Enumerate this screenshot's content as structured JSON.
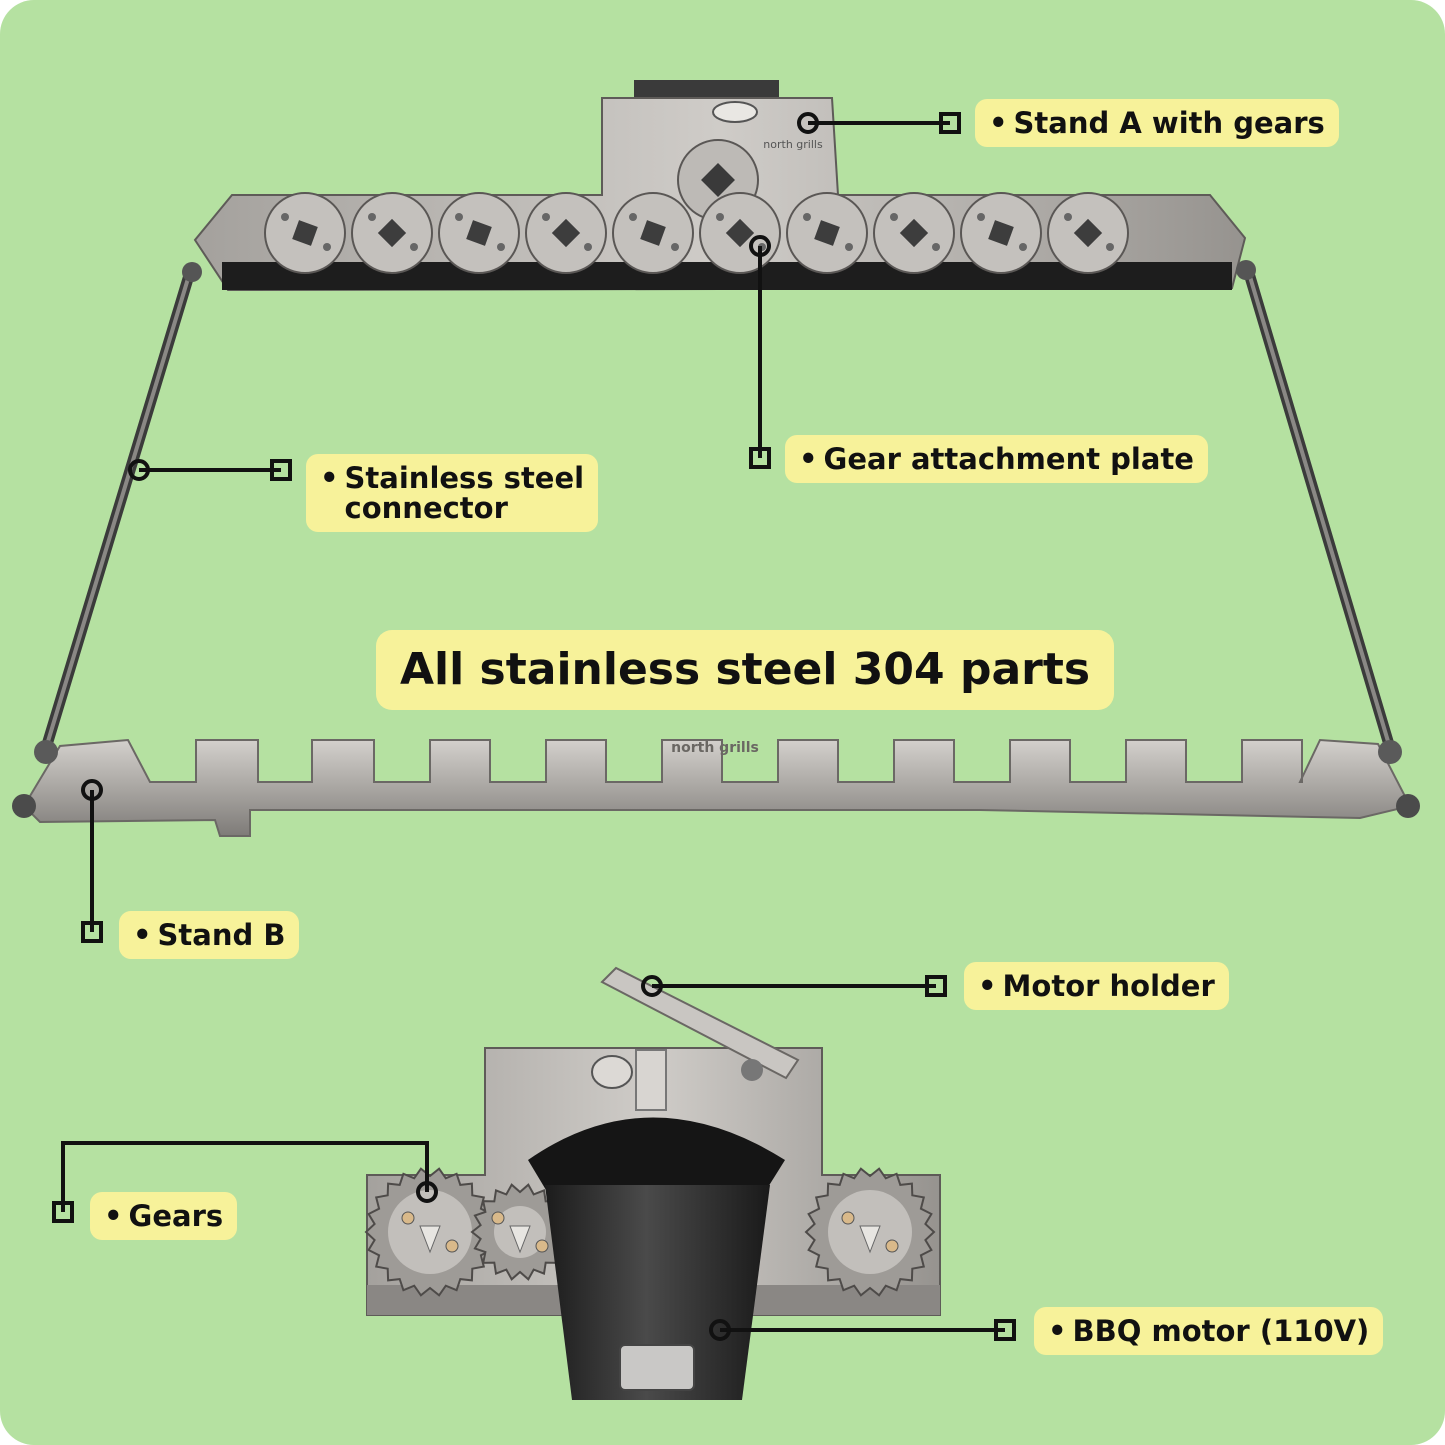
{
  "colors": {
    "background": "#b5e1a1",
    "label_fill": "#f7f29a",
    "steel": "#b9b6b2",
    "steel_dark": "#6f6c69",
    "motor": "#2c2c2c",
    "line": "#111111"
  },
  "headline": "All stainless steel 304 parts",
  "brand_mark": "north grills",
  "callouts": [
    {
      "id": "stand-a",
      "text": "Stand A with gears"
    },
    {
      "id": "gear-plate",
      "text": "Gear attachment plate"
    },
    {
      "id": "connector",
      "text": "Stainless steel\nconnector"
    },
    {
      "id": "stand-b",
      "text": "Stand B"
    },
    {
      "id": "motor-holder",
      "text": "Motor holder"
    },
    {
      "id": "gears",
      "text": "Gears"
    },
    {
      "id": "motor",
      "text": "BBQ motor (110V)"
    }
  ]
}
